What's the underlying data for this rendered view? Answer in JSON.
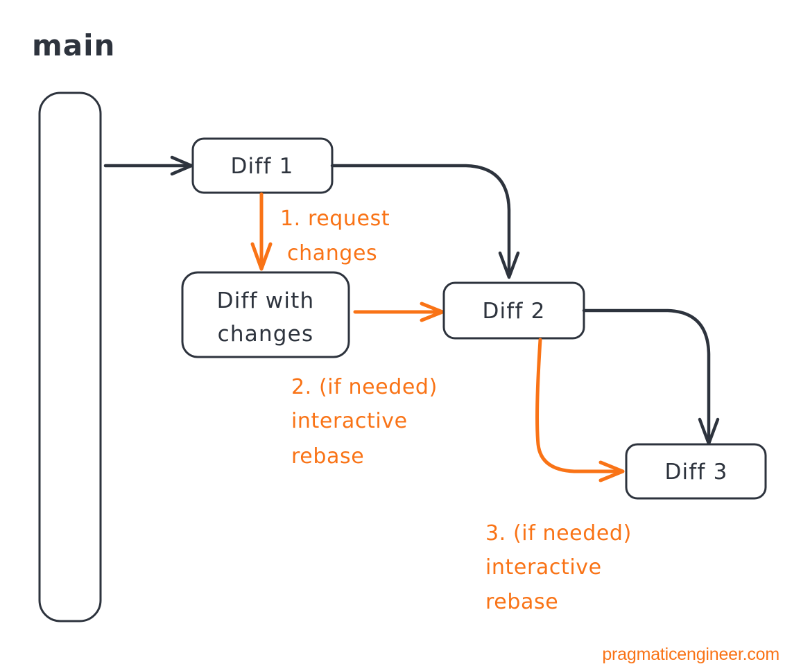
{
  "diagram": {
    "title": "main",
    "background_color": "#ffffff",
    "line_color": "#2d333d",
    "accent_color": "#f97316",
    "nodes": [
      {
        "id": "main-branch",
        "label": "",
        "kind": "branch-bar"
      },
      {
        "id": "diff-1",
        "label": "Diff 1",
        "kind": "box"
      },
      {
        "id": "diff-with-changes",
        "label_line1": "Diff with",
        "label_line2": "changes",
        "kind": "box"
      },
      {
        "id": "diff-2",
        "label": "Diff 2",
        "kind": "box"
      },
      {
        "id": "diff-3",
        "label": "Diff 3",
        "kind": "box"
      }
    ],
    "annotations": [
      {
        "id": "step-1",
        "color": "#f97316",
        "lines": [
          "1. request",
          "changes"
        ]
      },
      {
        "id": "step-2",
        "color": "#f97316",
        "lines": [
          "2. (if needed)",
          "interactive",
          "rebase"
        ]
      },
      {
        "id": "step-3",
        "color": "#f97316",
        "lines": [
          "3. (if needed)",
          "interactive",
          "rebase"
        ]
      }
    ],
    "edges": [
      {
        "id": "main-to-diff1",
        "from": "main-branch",
        "to": "diff-1",
        "color": "#2d333d"
      },
      {
        "id": "diff1-to-diff2",
        "from": "diff-1",
        "to": "diff-2",
        "color": "#2d333d"
      },
      {
        "id": "diff1-to-changes",
        "from": "diff-1",
        "to": "diff-with-changes",
        "color": "#f97316"
      },
      {
        "id": "changes-to-diff2",
        "from": "diff-with-changes",
        "to": "diff-2",
        "color": "#f97316"
      },
      {
        "id": "diff2-to-diff3-dark",
        "from": "diff-2",
        "to": "diff-3",
        "color": "#2d333d"
      },
      {
        "id": "diff2-to-diff3-orange",
        "from": "diff-2",
        "to": "diff-3",
        "color": "#f97316"
      }
    ]
  },
  "watermark": {
    "text": "pragmaticengineer.com"
  }
}
